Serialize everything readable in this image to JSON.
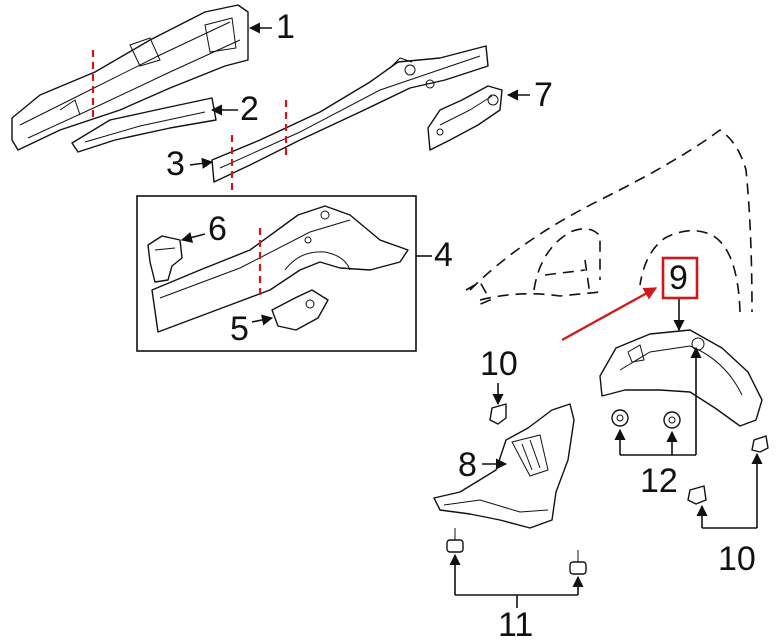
{
  "callouts": [
    "1",
    "2",
    "3",
    "4",
    "5",
    "6",
    "7",
    "8",
    "9",
    "10",
    "10",
    "11",
    "12"
  ],
  "colors": {
    "highlight": "#d01818",
    "line": "#111111",
    "background": "#ffffff"
  }
}
